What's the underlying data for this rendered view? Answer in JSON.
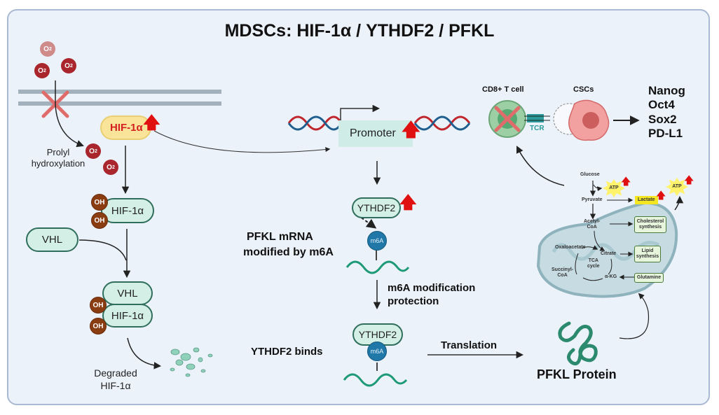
{
  "title": "MDSCs: HIF-1α / YTHDF2 / PFKL",
  "left_pathway": {
    "oxygen_label": "O",
    "oxygen_subscript": "2",
    "hif_up_label": "HIF-1α",
    "prolyl_label_line1": "Prolyl",
    "prolyl_label_line2": "hydroxylation",
    "oh_label": "OH",
    "hif_label": "HIF-1α",
    "vhl_label": "VHL",
    "degraded_line1": "Degraded",
    "degraded_line2": "HIF-1α"
  },
  "center_pathway": {
    "promoter_label": "Promoter",
    "ythdf2_label": "YTHDF2",
    "m6a_label": "m6A",
    "pfkl_mrna_line1": "PFKL mRNA",
    "pfkl_mrna_line2": "modified by m6A",
    "protection_line1": "m6A modification",
    "protection_line2": "protection",
    "binds_label": "YTHDF2 binds",
    "translation_label": "Translation",
    "protein_label": "PFKL Protein"
  },
  "right_pathway": {
    "tcell_label": "CD8+ T cell",
    "tcr_label": "TCR",
    "cscs_label": "CSCs",
    "markers": [
      "Nanog",
      "Oct4",
      "Sox2",
      "PD-L1"
    ]
  },
  "metabolism": {
    "glucose": "Glucose",
    "atp": "ATP",
    "pyruvate": "Pyruvate",
    "lactate": "Lactate",
    "acetyl_line1": "Acetyl-",
    "acetyl_line2": "CoA",
    "cholesterol_line1": "Cholesterol",
    "cholesterol_line2": "synthesis",
    "oxaloacetate": "Oxaloacetate",
    "citrate": "Citrate",
    "lipid_line1": "Lipid",
    "lipid_line2": "synthesis",
    "tca_line1": "TCA",
    "tca_line2": "cycle",
    "succinyl_line1": "Succinyl-",
    "succinyl_line2": "CoA",
    "akg": "α-KG",
    "glutamine": "Glutamine"
  },
  "colors": {
    "background": "#ecf2fa",
    "border": "#a9b9d1",
    "protein_fill": "#d4efe6",
    "protein_stroke": "#2f6e5c",
    "up_arrow": "#e01010",
    "oxygen": "#a8262c",
    "hydroxyl": "#8b3d12",
    "m6a": "#1f78a8",
    "mrna": "#1f9a78"
  }
}
